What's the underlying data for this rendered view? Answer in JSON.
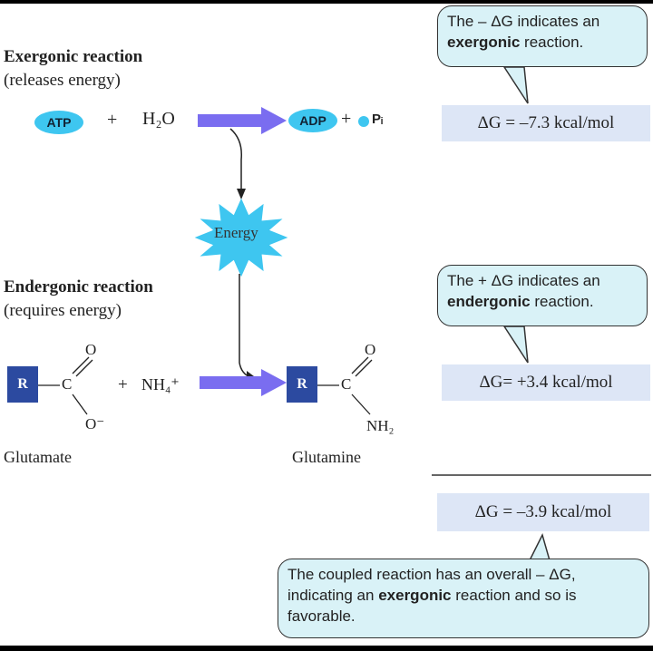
{
  "exergonic": {
    "title": "Exergonic reaction",
    "subtitle": "(releases energy)",
    "atp": "ATP",
    "plus1": "+",
    "water": "H₂O",
    "adp": "ADP",
    "plus2": "+",
    "pi": "Pᵢ",
    "delta_g": "ΔG  =  –7.3 kcal/mol",
    "bubble_line1": "The – ΔG indicates an",
    "bubble_bold": "exergonic",
    "bubble_rest": "reaction."
  },
  "energy_label": "Energy",
  "endergonic": {
    "title": "Endergonic reaction",
    "subtitle": "(requires energy)",
    "r_label": "R",
    "r_label2": "R",
    "c1": "C",
    "o_top1": "O",
    "o_minus": "O⁻",
    "plus": "+",
    "nh4": "NH₄⁺",
    "c2": "C",
    "o_top2": "O",
    "nh2": "NH₂",
    "glutamate": "Glutamate",
    "glutamine": "Glutamine",
    "delta_g": "ΔG=  +3.4 kcal/mol",
    "bubble_line1": "The + ΔG indicates an",
    "bubble_bold": "endergonic",
    "bubble_rest": "reaction."
  },
  "coupled": {
    "delta_g": "ΔG  =  –3.9 kcal/mol",
    "line1": "The coupled reaction has an overall  – ΔG,",
    "line2_pre": "indicating an",
    "line2_bold": "exergonic",
    "line2_post": "reaction and so is",
    "line3": "favorable."
  },
  "colors": {
    "bubble_fill": "#d9f2f7",
    "box_fill": "#dde6f6",
    "arrow": "#7a6df0",
    "pill": "#3ec6f0",
    "r_box": "#2c4aa0"
  }
}
